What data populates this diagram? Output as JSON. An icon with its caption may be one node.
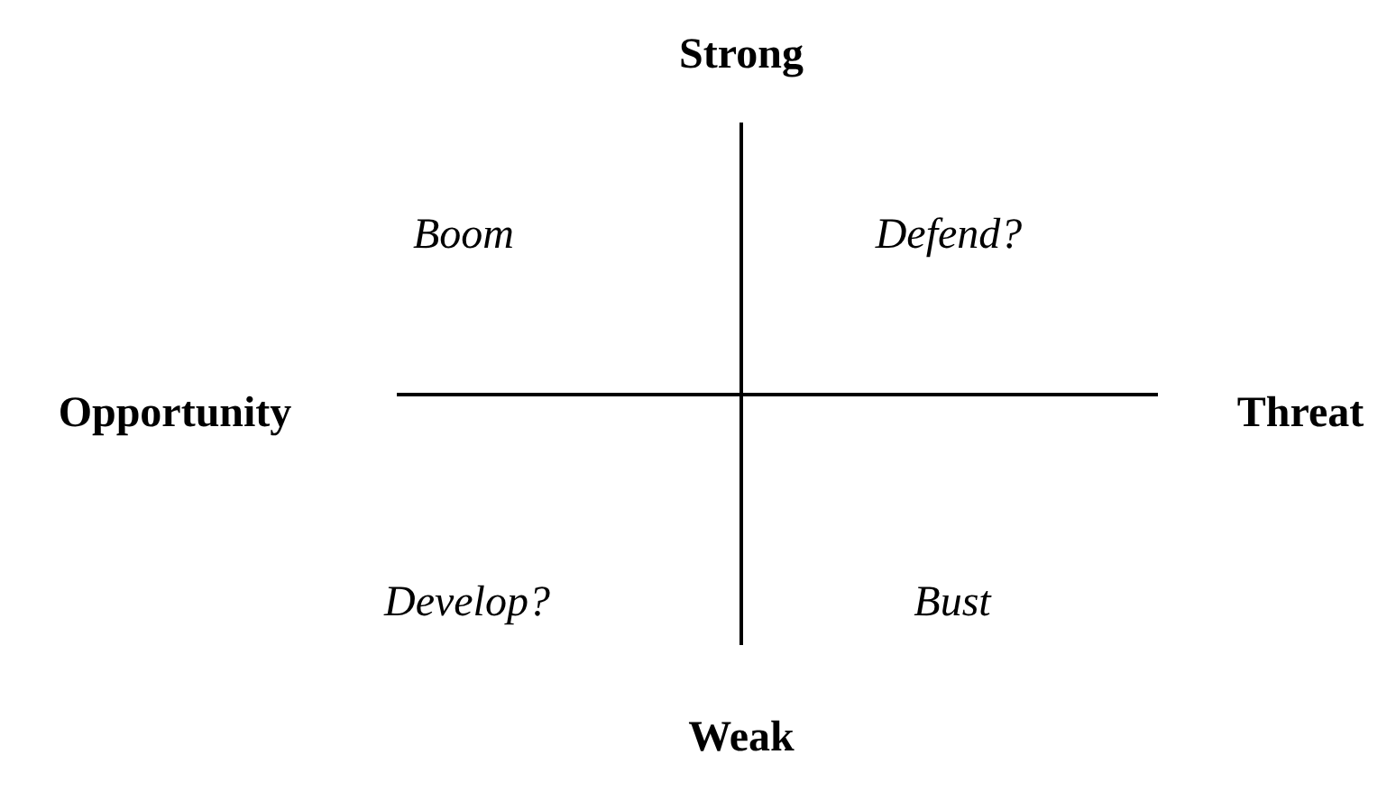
{
  "diagram": {
    "labels": [
      "Strong",
      "Boom",
      "Defend?",
      "Opportunity",
      "Threat",
      "Develop?",
      "Bust",
      "Weak"
    ]
  }
}
